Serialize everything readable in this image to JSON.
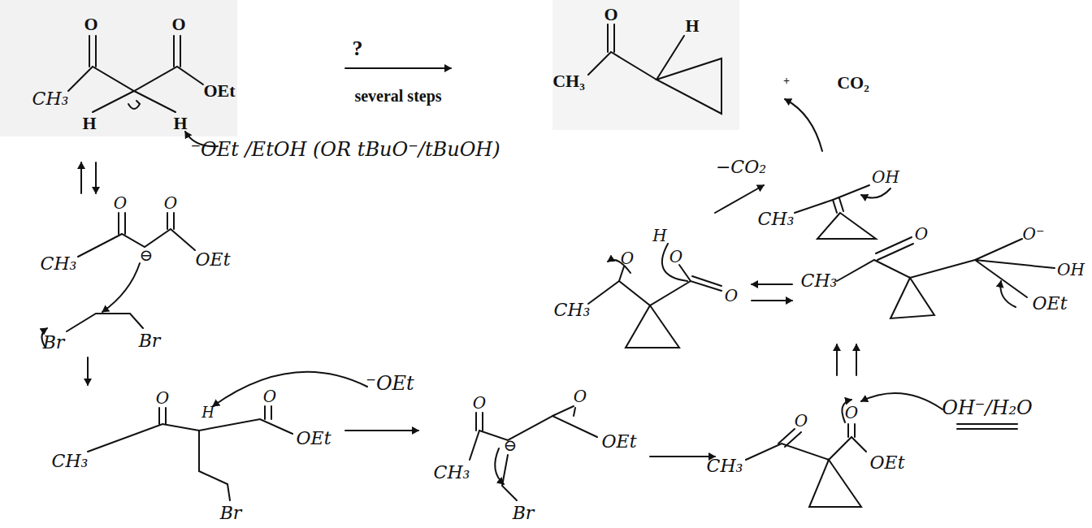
{
  "diagram": {
    "labels": [
      "O",
      "O",
      "CH₃",
      "OEt",
      "H",
      "H",
      "?",
      "several steps",
      "O",
      "H",
      "CH₃",
      "+",
      "CO₂",
      "⁻OEt /EtOH (OR tBuO⁻/tBuOH)",
      "O",
      "O",
      "CH₃",
      "OEt",
      "⊖",
      "Br",
      "Br",
      "O",
      "O",
      "CH₃",
      "H",
      "OEt",
      "Br",
      "⁻OEt",
      "O",
      "O",
      "CH₃",
      "⊖",
      "OEt",
      "Br",
      "O",
      "O",
      "CH₃",
      "OEt",
      "OH⁻/H₂O",
      "O",
      "O⁻",
      "OH",
      "CH₃",
      "OEt",
      "H",
      "O",
      "O",
      "O",
      "CH₃",
      "−CO₂",
      "CH₃",
      "OH"
    ]
  }
}
